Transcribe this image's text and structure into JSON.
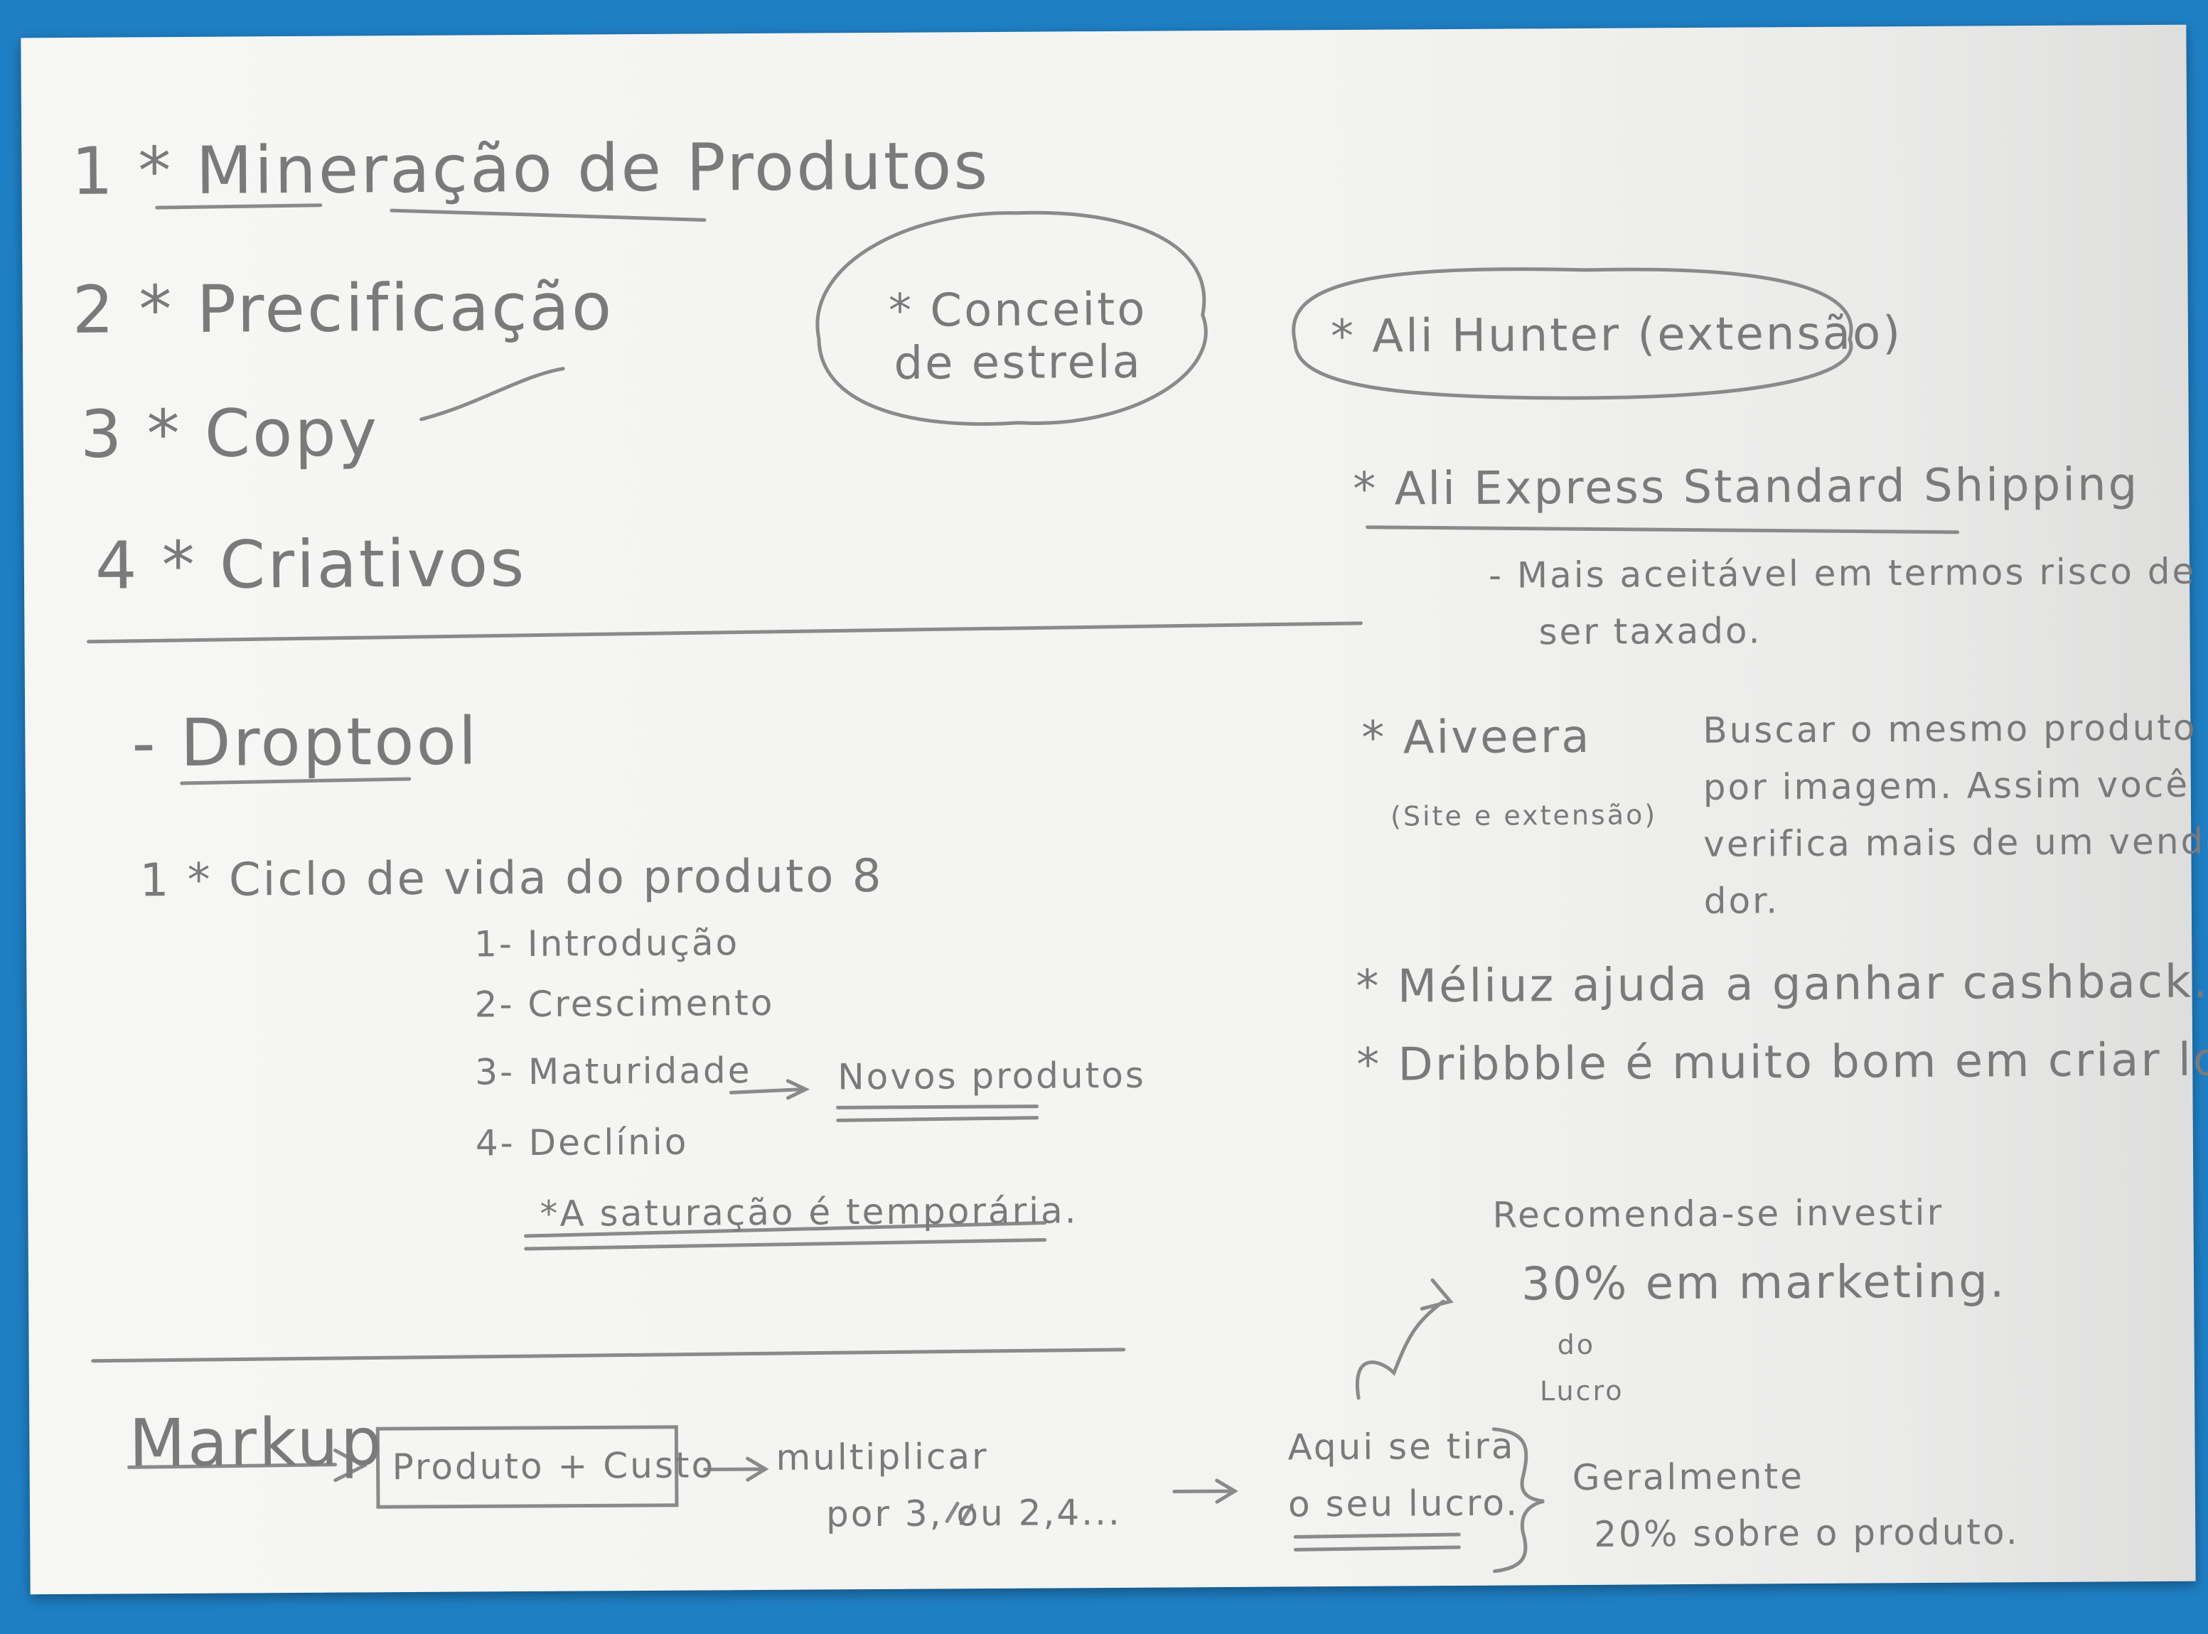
{
  "page": {
    "steps": [
      "1 * Mineração de Produtos",
      "2 * Precificação",
      "3 * Copy",
      "4 * Criativos"
    ],
    "cloud_left": "* Conceito de estrela",
    "cloud_right": "* Ali Hunter (extensão)",
    "dropship_title": "- Droptool",
    "lifecycle": {
      "title": "1 * Ciclo de vida do produto 8",
      "items": [
        "1- Introdução",
        "2- Crescimento",
        "3- Maturidade",
        "4- Declínio"
      ],
      "arrow_label": "Novos produtos",
      "note": "*A saturação é temporária."
    },
    "right_notes": {
      "shipping": "* Ali Express Standard Shipping",
      "shipping_sub_1": "- Mais aceitável em termos risco de",
      "shipping_sub_2": "ser taxado.",
      "aliprice_name": "* Aiveera",
      "aliprice_sub": "(Site e extensão)",
      "aliprice_desc_1": "Buscar o mesmo produto",
      "aliprice_desc_2": "por imagem. Assim você",
      "aliprice_desc_3": "verifica mais de um vende-",
      "aliprice_desc_4": "dor.",
      "meliuz": "* Méliuz ajuda a ganhar cashback.",
      "dribbble": "* Dribbble é muito bom em criar logo."
    },
    "marketing": {
      "line1": "Recomenda-se investir",
      "line2": "30% em marketing.",
      "line3": "do",
      "line4": "Lucro"
    },
    "markup": {
      "label": "Markup",
      "box": "Produto + Custo",
      "multiply_1": "multiplicar",
      "multiply_2": "por 3, ou 2,4...",
      "profit_1": "Aqui se tira",
      "profit_2": "o seu lucro.",
      "general_1": "Geralmente",
      "general_2": "20% sobre o produto."
    }
  }
}
